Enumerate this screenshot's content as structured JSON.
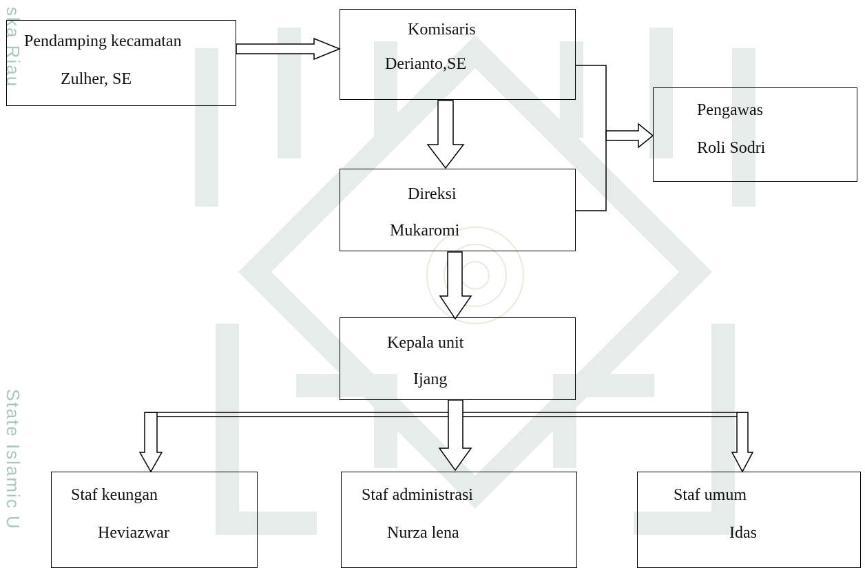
{
  "watermark": {
    "side_text_top": "ska Riau",
    "side_text_bottom": "State Islamic U"
  },
  "nodes": {
    "pendamping": {
      "role": "Pendamping kecamatan",
      "name": "Zulher, SE"
    },
    "komisaris": {
      "role": "Komisaris",
      "name": "Derianto,SE"
    },
    "pengawas": {
      "role": "Pengawas",
      "name": "Roli Sodri"
    },
    "direksi": {
      "role": "Direksi",
      "name": "Mukaromi"
    },
    "kepala_unit": {
      "role": "Kepala unit",
      "name": "Ijang"
    },
    "staf_keuangan": {
      "role": "Staf keungan",
      "name": "Heviazwar"
    },
    "staf_administrasi": {
      "role": "Staf administrasi",
      "name": "Nurza lena"
    },
    "staf_umum": {
      "role": "Staf umum",
      "name": "Idas"
    }
  },
  "colors": {
    "line": "#000000",
    "watermark": "#dfe7e4",
    "side_text": "#8fb3a9"
  }
}
